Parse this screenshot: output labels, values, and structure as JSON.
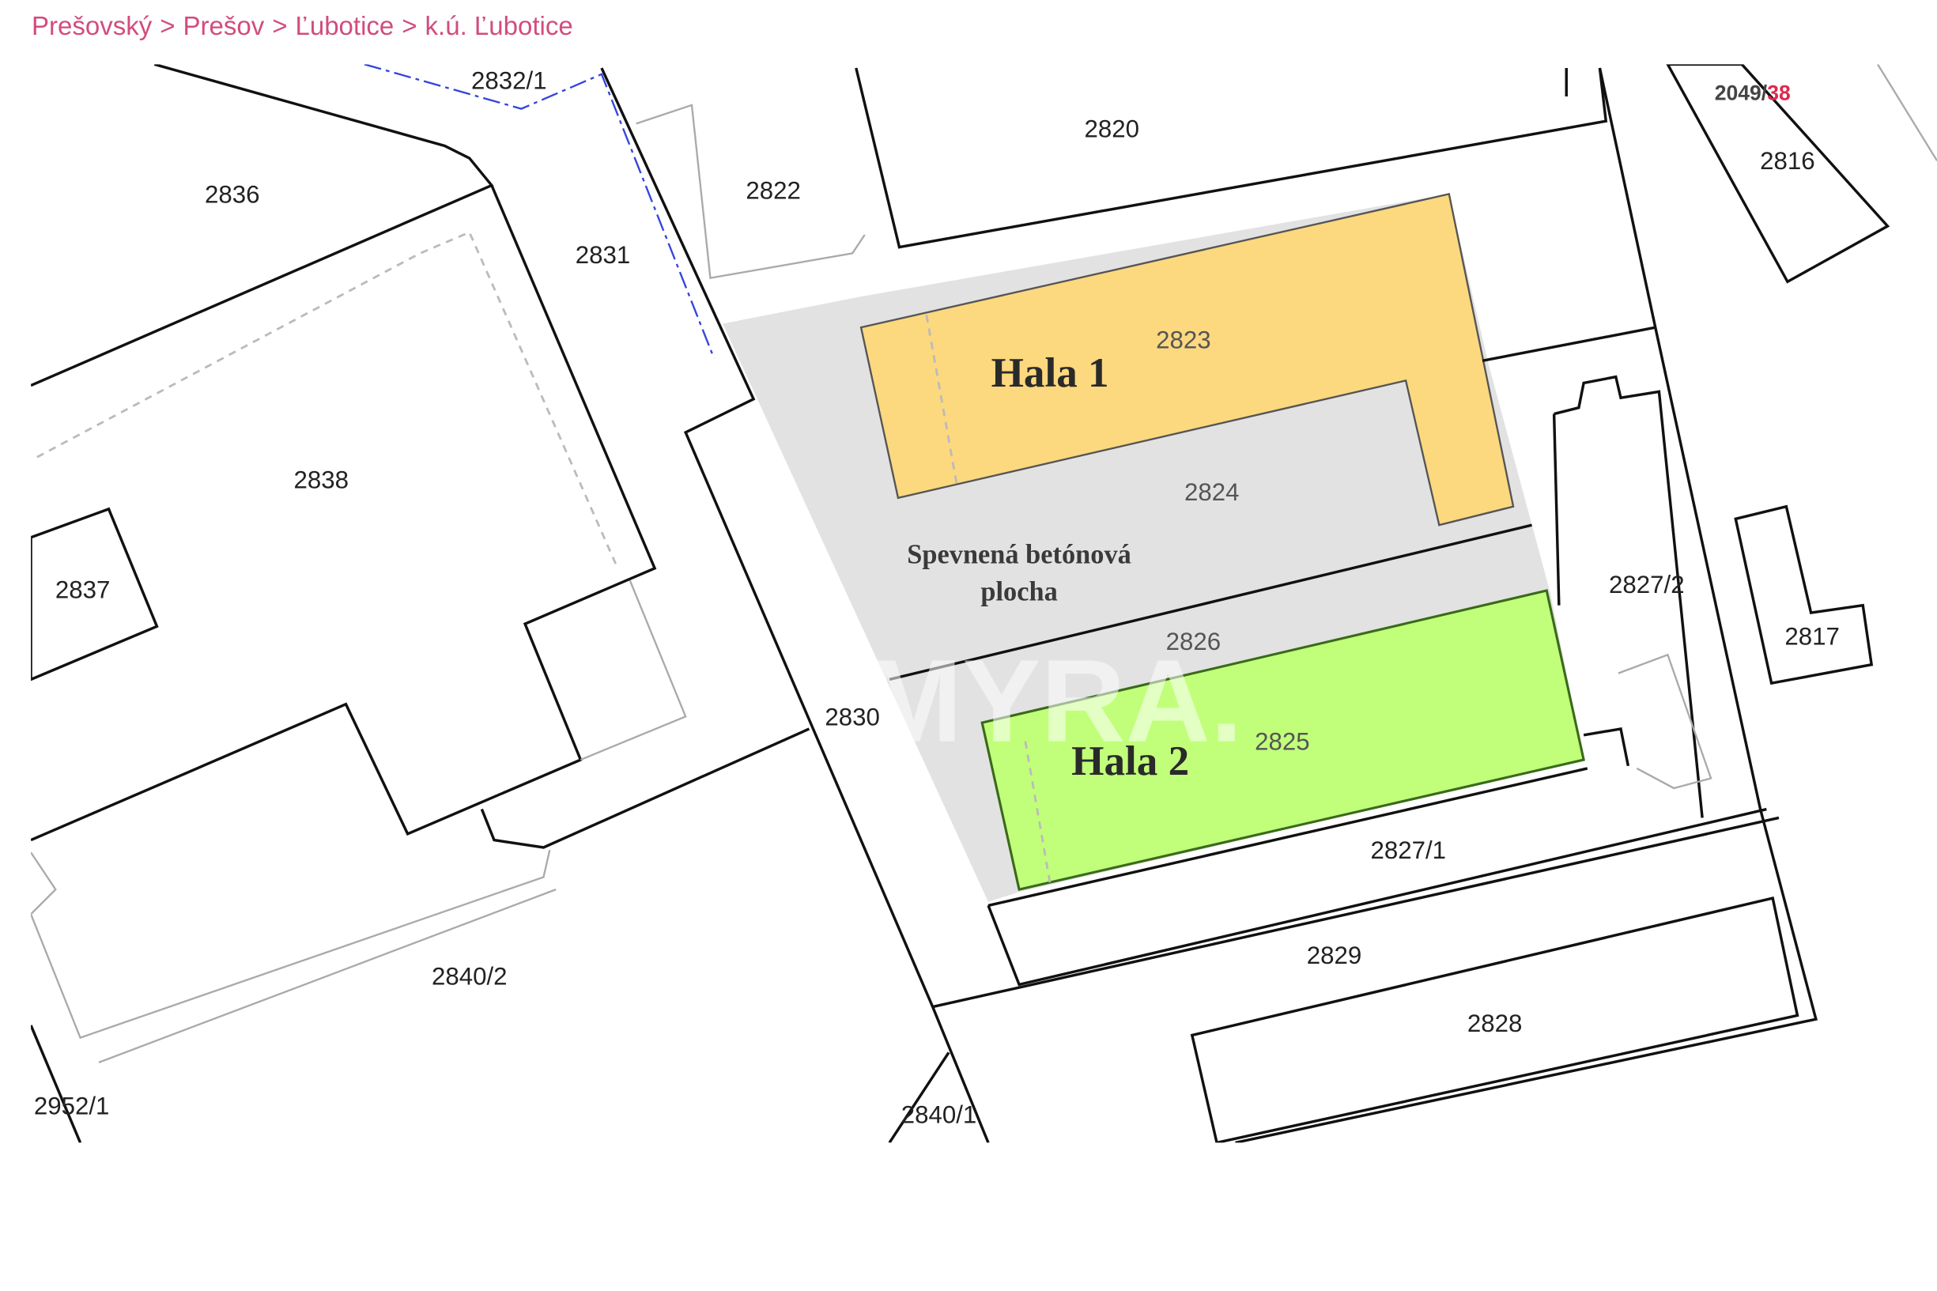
{
  "breadcrumb": [
    "Prešovský",
    "Prešov",
    "Ľubotice",
    "k.ú. Ľubotice"
  ],
  "breadcrumb_separator": ">",
  "parcels": {
    "p2836": "2836",
    "p2838": "2838",
    "p2837": "2837",
    "p2831": "2831",
    "p2832_1": "2832/1",
    "p2822": "2822",
    "p2820": "2820",
    "p2049_38_a": "2049/",
    "p2049_38_b": "38",
    "p2816": "2816",
    "p2823": "2823",
    "p2824": "2824",
    "p2826": "2826",
    "p2825": "2825",
    "p2827_2": "2827/2",
    "p2817": "2817",
    "p2830": "2830",
    "p2827_1": "2827/1",
    "p2829": "2829",
    "p2828": "2828",
    "p2840_2": "2840/2",
    "p2840_1": "2840/1",
    "p2952_1": "2952/1"
  },
  "buildings": {
    "hala1": "Hala 1",
    "hala2": "Hala 2"
  },
  "area_label": [
    "Spevnená betónová",
    "plocha"
  ],
  "watermark": "MYRA.",
  "colors": {
    "hala1": "#fcd87f",
    "hala2": "#c1ff7b",
    "paved": "#e2e2e2",
    "breadcrumb": "#d24c7e",
    "highlight": "#e0284b"
  }
}
